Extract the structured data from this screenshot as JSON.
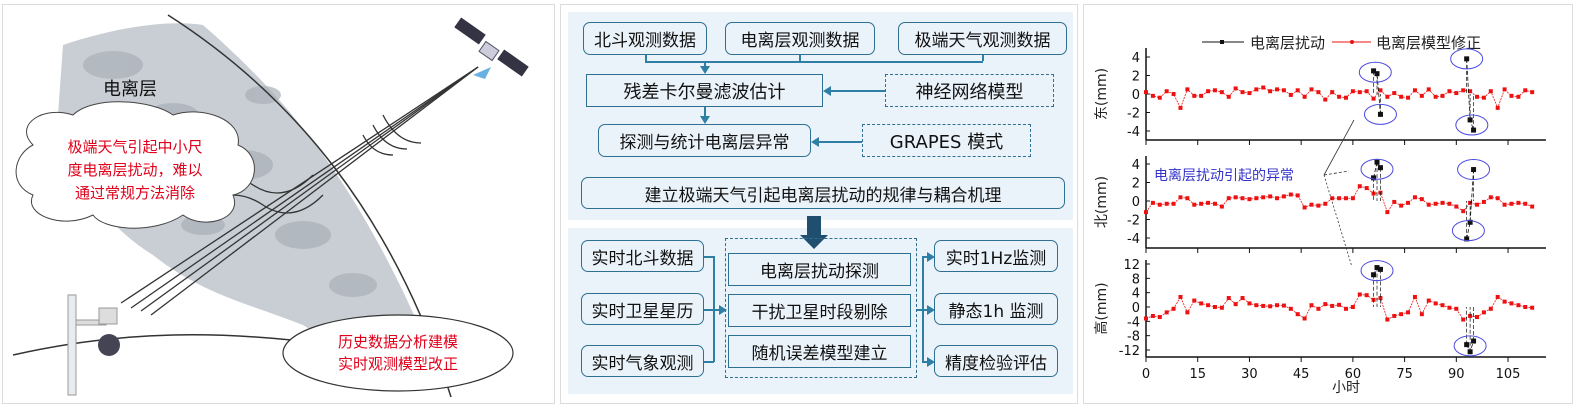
{
  "left_panel": {
    "ionosphere_label": "电离层",
    "cloud_text_lines": [
      "极端天气引起中小尺",
      "度电离层扰动，难以",
      "通过常规方法消除"
    ],
    "ellipse_text_lines": [
      "历史数据分析建模",
      "实时观测模型改正"
    ]
  },
  "flow": {
    "inputs": [
      "北斗观测数据",
      "电离层观测数据",
      "极端天气观测数据"
    ],
    "kalman": "残差卡尔曼滤波估计",
    "neural": "神经网络模型",
    "detect": "探测与统计电离层异常",
    "grapes": "GRAPES 模式",
    "mechanism": "建立极端天气引起电离层扰动的规律与耦合机理",
    "realtime_inputs": [
      "实时北斗数据",
      "实时卫星星历",
      "实时气象观测"
    ],
    "processing": [
      "电离层扰动探测",
      "干扰卫星时段剔除",
      "随机误差模型建立"
    ],
    "outputs": [
      "实时1Hz监测",
      "静态1h 监测",
      "精度检验评估"
    ]
  },
  "chart_data": {
    "type": "line",
    "xlabel": "小时",
    "xlim": [
      0,
      116
    ],
    "xticks": [
      0,
      15,
      30,
      45,
      60,
      75,
      90,
      105
    ],
    "legend": [
      "电离层扰动",
      "电离层模型修正"
    ],
    "legend_placement": "top",
    "colors": {
      "disturbance": "#111111",
      "corrected": "#ee1111",
      "ellipse": "#4a4ae0",
      "annotation": "#3333cc"
    },
    "annotation": "电离层扰动引起的异常",
    "x": [
      0,
      2,
      4,
      6,
      8,
      10,
      12,
      14,
      16,
      18,
      20,
      22,
      24,
      26,
      28,
      30,
      32,
      34,
      36,
      38,
      40,
      42,
      44,
      46,
      48,
      50,
      52,
      54,
      56,
      58,
      60,
      62,
      64,
      66,
      68,
      70,
      72,
      74,
      76,
      78,
      80,
      82,
      84,
      86,
      88,
      90,
      92,
      94,
      96,
      98,
      100,
      102,
      104,
      106,
      108,
      110,
      112
    ],
    "panels": [
      {
        "ylabel": "东(mm)",
        "ylim": [
          -5,
          5
        ],
        "yticks": [
          4,
          2,
          0,
          -2,
          -4
        ],
        "corrected": [
          0.2,
          -0.2,
          -0.4,
          0.3,
          0,
          -1.5,
          0.5,
          -0.2,
          -0.2,
          0.3,
          0.4,
          0.2,
          -0.3,
          0.6,
          0.2,
          0.1,
          0.5,
          0.7,
          0.3,
          0.5,
          0.4,
          -0.1,
          0.4,
          -0.3,
          0.5,
          0.2,
          -0.6,
          0.2,
          -0.3,
          -0.4,
          0.3,
          0.2,
          0.3,
          -0.5,
          0.4,
          -0.3,
          0.1,
          -0.3,
          -0.4,
          0.4,
          -0.2,
          0.5,
          -0.3,
          -0.2,
          0.3,
          0.1,
          0.4,
          0.3,
          -0.3,
          -0.4,
          0.3,
          -1.5,
          0.5,
          -0.2,
          -0.3,
          0.4,
          0.2
        ],
        "anomalies": [
          [
            66,
            2.5
          ],
          [
            67,
            2.2
          ],
          [
            68,
            -2.2
          ],
          [
            93,
            3.8
          ],
          [
            94,
            -2.8
          ],
          [
            95,
            -3.9
          ]
        ]
      },
      {
        "ylabel": "北(mm)",
        "ylim": [
          -5,
          5
        ],
        "yticks": [
          4,
          2,
          0,
          -2,
          -4
        ],
        "corrected": [
          -1.2,
          -0.2,
          -0.4,
          -0.3,
          -0.3,
          0.4,
          0.3,
          -0.4,
          -0.3,
          -0.2,
          -0.3,
          -0.6,
          0.3,
          0.4,
          0.3,
          0.2,
          0.3,
          0.4,
          0.5,
          0.3,
          0.5,
          0.7,
          0.6,
          -0.7,
          -0.4,
          -0.5,
          -0.3,
          0.3,
          0.3,
          0.3,
          0.3,
          1.6,
          1.4,
          0.8,
          0.9,
          -1.2,
          -0.1,
          -0.5,
          -0.2,
          0.4,
          0.2,
          -0.4,
          -0.3,
          -0.2,
          -0.3,
          -0.6,
          -1.1,
          -0.2,
          -0.4,
          -0.1,
          0.4,
          0.3,
          -0.4,
          -0.3,
          -0.2,
          -0.3,
          -0.6
        ],
        "anomalies": [
          [
            66,
            2.5
          ],
          [
            67,
            4.2
          ],
          [
            68,
            3.6
          ],
          [
            93,
            -4.1
          ],
          [
            94,
            -2.3
          ],
          [
            95,
            3.4
          ]
        ]
      },
      {
        "ylabel": "高(mm)",
        "ylim": [
          -14,
          13
        ],
        "yticks": [
          12,
          8,
          4,
          0,
          -4,
          -8,
          -12
        ],
        "corrected": [
          -3.2,
          -2.5,
          -2.8,
          -1.5,
          -0.5,
          2.8,
          -1.5,
          1.8,
          1,
          0.5,
          0,
          -0.2,
          2.5,
          0.8,
          2.5,
          1,
          0.5,
          0.3,
          0.2,
          0.5,
          0.4,
          -0.5,
          -2,
          -3.2,
          0.5,
          -0.5,
          0.8,
          0.3,
          0.6,
          -0.5,
          0,
          3.5,
          3.3,
          2,
          2.5,
          -3.5,
          -2.5,
          -2,
          -1.5,
          2.8,
          -2,
          1.8,
          1,
          0.5,
          -0.2,
          -0.5,
          -3.5,
          -2.5,
          -2.8,
          -1.5,
          -0.5,
          2.8,
          1.5,
          1,
          0.5,
          0,
          -0.2
        ],
        "anomalies": [
          [
            66,
            9
          ],
          [
            67,
            11
          ],
          [
            68,
            10.5
          ],
          [
            93,
            -10.5
          ],
          [
            94,
            -12.5
          ],
          [
            95,
            -9.5
          ]
        ]
      }
    ]
  }
}
